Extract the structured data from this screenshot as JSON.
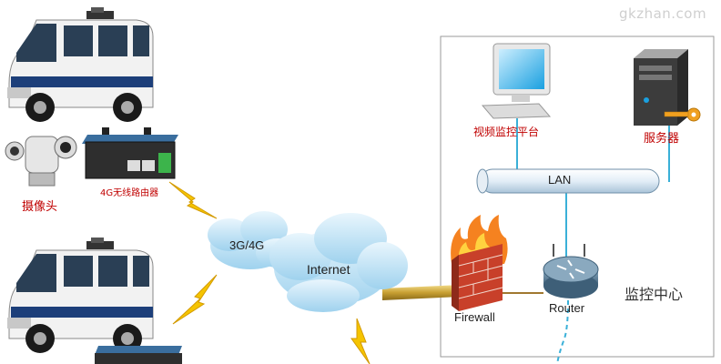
{
  "watermark": "gkzhan.com",
  "nodes": {
    "camera": "摄像头",
    "router_4g": "4G无线路由器",
    "network_3g4g": "3G/4G",
    "internet": "Internet",
    "firewall": "Firewall",
    "router": "Router",
    "lan": "LAN",
    "monitoring_platform": "视频监控平台",
    "server": "服务器",
    "monitoring_center": "监控中心"
  },
  "colors": {
    "lan_line": "#3ab0d8",
    "link_gold": "#c8a032",
    "lightning": "#f5c400",
    "cloud": "#bfe3f5",
    "center_box_border": "#9a9a9a",
    "label_red": "#c00000"
  },
  "icons": [
    "police-van-icon",
    "ptz-camera-icon",
    "4g-router-device-icon",
    "cloud-icon",
    "lightning-icon",
    "firewall-icon",
    "router-icon",
    "monitor-pc-icon",
    "server-tower-icon",
    "key-icon"
  ]
}
